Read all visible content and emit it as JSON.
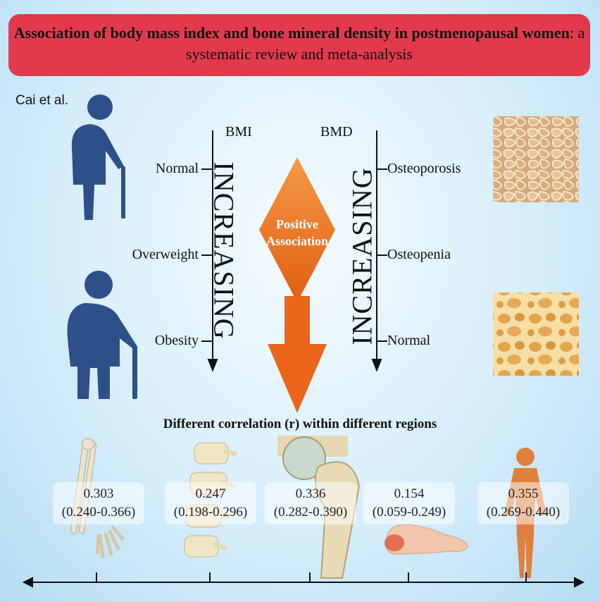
{
  "banner": {
    "title_bold": "Association of body mass index and bone mineral density in postmenopausal women",
    "title_rest": ": a systematic review and meta-analysis"
  },
  "author": "Cai et al.",
  "bmi_axis": {
    "heading": "BMI",
    "direction_label": "INCREASING",
    "levels": [
      "Normal",
      "Overweight",
      "Obesity"
    ]
  },
  "bmd_axis": {
    "heading": "BMD",
    "direction_label": "INCREASING",
    "levels": [
      "Osteoporosis",
      "Osteopenia",
      "Normal"
    ]
  },
  "center": {
    "label_line1": "Positive",
    "label_line2": "Association"
  },
  "regions_heading": "Different correlation (r) within different regions",
  "regions": [
    {
      "icon": "forearm-bone-icon",
      "r": "0.303",
      "ci": "(0.240-0.366)"
    },
    {
      "icon": "spine-icon",
      "r": "0.247",
      "ci": "(0.198-0.296)"
    },
    {
      "icon": "hip-joint-icon",
      "r": "0.336",
      "ci": "(0.282-0.390)"
    },
    {
      "icon": "foot-icon",
      "r": "0.154",
      "ci": "(0.059-0.249)"
    },
    {
      "icon": "whole-body-icon",
      "r": "0.355",
      "ci": "(0.269-0.440)"
    }
  ],
  "colors": {
    "banner": "#e23a4c",
    "person": "#2d5089",
    "arrow": "#ec6a1f",
    "bone_dense": "#d2a877",
    "bone_sparse": "#f1d79a"
  }
}
